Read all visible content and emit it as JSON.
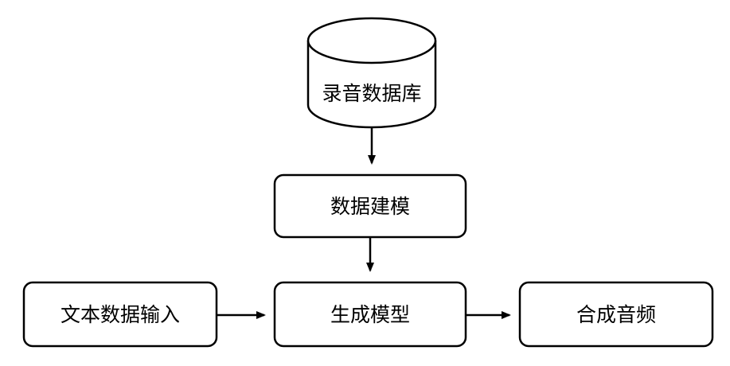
{
  "diagram": {
    "title": "speech-synthesis-flowchart",
    "colors": {
      "stroke": "#000000",
      "node_fill": "#ffffff",
      "background": "#ffffff",
      "text": "#000000"
    },
    "nodes": {
      "database": {
        "label": "录音数据库",
        "shape": "cylinder"
      },
      "modeling": {
        "label": "数据建模",
        "shape": "rounded-rect"
      },
      "text_input": {
        "label": "文本数据输入",
        "shape": "rounded-rect"
      },
      "gen_model": {
        "label": "生成模型",
        "shape": "rounded-rect"
      },
      "audio_out": {
        "label": "合成音频",
        "shape": "rounded-rect"
      }
    },
    "edges": [
      {
        "from": "database",
        "to": "modeling",
        "direction": "down"
      },
      {
        "from": "modeling",
        "to": "gen_model",
        "direction": "down"
      },
      {
        "from": "text_input",
        "to": "gen_model",
        "direction": "right"
      },
      {
        "from": "gen_model",
        "to": "audio_out",
        "direction": "right"
      }
    ]
  }
}
